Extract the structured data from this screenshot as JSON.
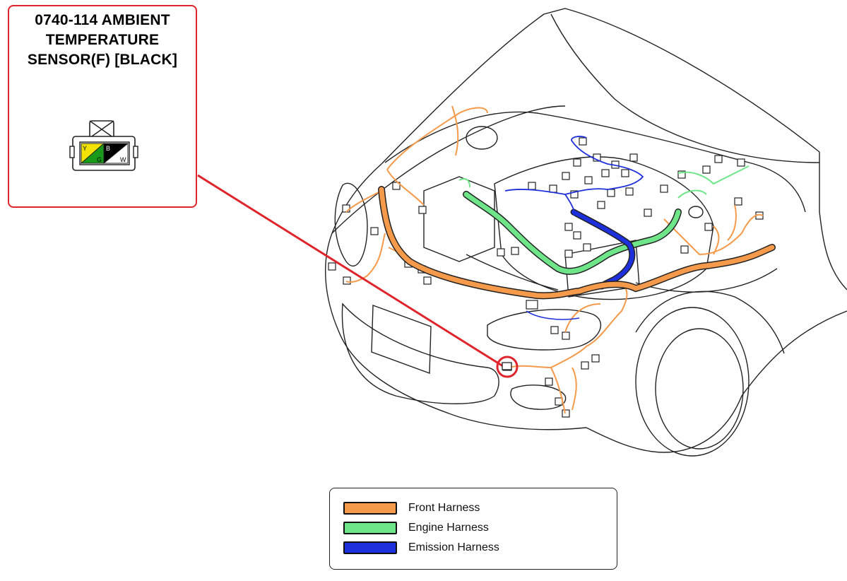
{
  "callout": {
    "title": "0740-114  AMBIENT\nTEMPERATURE\nSENSOR(F) [BLACK]",
    "pins": [
      {
        "label": "Y",
        "color": "#f2e400"
      },
      {
        "label": "G",
        "color": "#1a9a1a"
      },
      {
        "label": "B",
        "color": "#000000"
      },
      {
        "label": "W",
        "color": "#ffffff"
      }
    ],
    "accent": "#e0242b"
  },
  "legend": {
    "items": [
      {
        "label": "Front Harness",
        "color": "#f59a4a"
      },
      {
        "label": "Engine Harness",
        "color": "#6fe58a"
      },
      {
        "label": "Emission Harness",
        "color": "#1e2fdc"
      }
    ]
  }
}
